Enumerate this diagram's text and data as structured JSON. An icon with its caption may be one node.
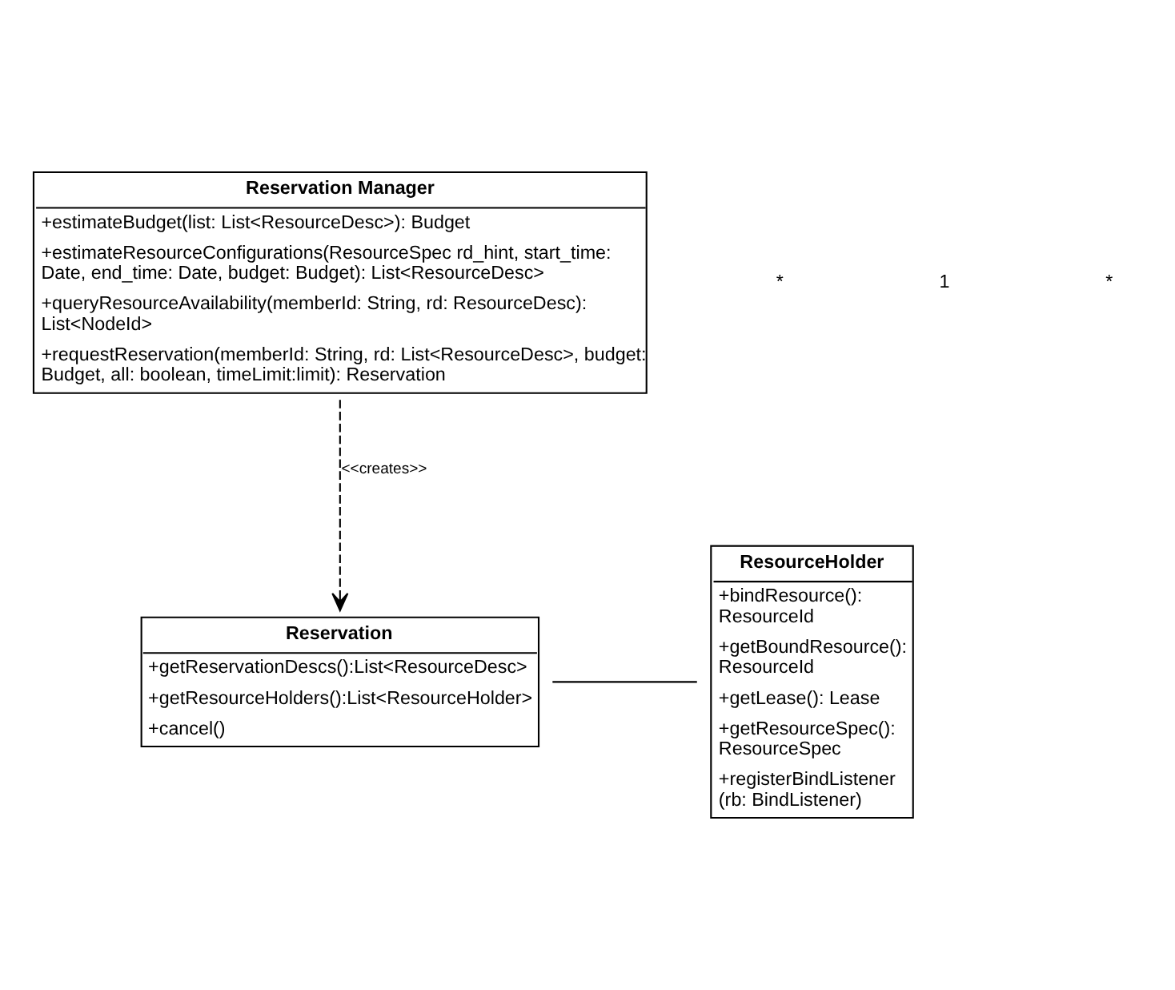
{
  "diagram": {
    "nodes": [
      {
        "text": [
          "Reservation Manager",
          "+estimateBudget(list: List<ResourceDesc>): Budget",
          "+estimateResourceConfigurations(ResourceSpec rd_hint, start_time: Date, end_time: Date, budget: Budget): List<ResourceDesc>",
          "+queryResourceAvailability(memberId: String, rd: ResourceDesc): List<NodeId>",
          "+requestReservation(memberId: String, rd: List<ResourceDesc>, budget: Budget, all: boolean, timeLimit:limit): Reservation"
        ]
      },
      {
        "text": [
          "Reservation",
          "+getReservationDescs():List<ResourceDesc>",
          "+getResourceHolders():List<ResourceHolder>",
          "+cancel()"
        ]
      },
      {
        "text": [
          "ResourceHolder",
          "+bindResource(): ResourceId",
          "+getBoundResource(): ResourceId",
          "+getLease(): Lease",
          "+getResourceSpec(): ResourceSpec",
          "+registerBindListener (rb: BindListener)"
        ]
      }
    ],
    "edges": [
      {
        "from": 0,
        "to": 1,
        "arrow": "to",
        "label": "<<creates>>",
        "style": "dashed"
      },
      {
        "from": 1,
        "to": 2,
        "arrow": "none"
      }
    ],
    "labels": [
      "*",
      "1",
      "*"
    ]
  }
}
